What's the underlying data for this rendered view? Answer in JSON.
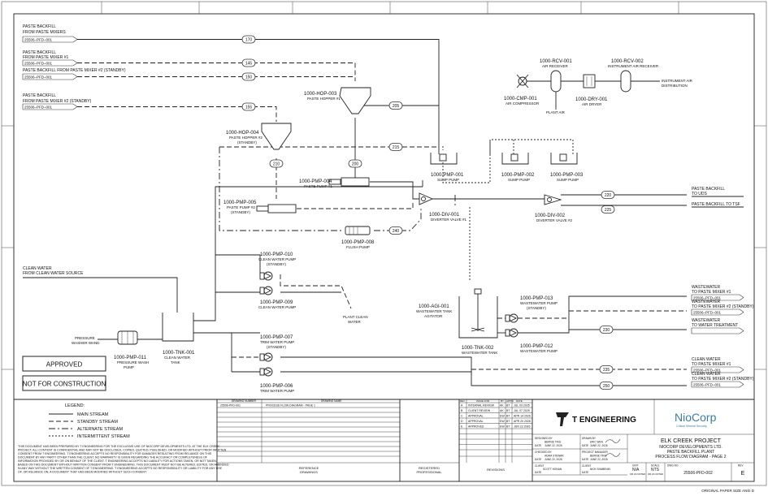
{
  "streams": {
    "s170": "170",
    "s145": "145",
    "s150a": "150",
    "s155": "155",
    "s205": "205",
    "s215": "215",
    "s210": "210",
    "s200": "200",
    "s240": "240",
    "s220": "220",
    "s225": "225",
    "s230": "230",
    "s235": "235",
    "s250": "250"
  },
  "inputs": {
    "mixers": {
      "label1": "PASTE BACKFILL",
      "label2": "FROM PASTE MIXERS",
      "ref": "25506–PFD–001"
    },
    "mixer1": {
      "label1": "PASTE BACKFILL",
      "label2": "FROM PASTE MIXER #1",
      "ref": "25506–PFD–001"
    },
    "mixer2s": {
      "label1": "PASTE BACKFILL FROM PASTE MIXER #2 (STANDBY)",
      "ref": "25506–PFD–001"
    },
    "mixer2": {
      "label1": "PASTE BACKFILL",
      "label2": "FROM PASTE MIXER #2 (STANDBY)",
      "ref": "25506–PFD–001"
    },
    "water": {
      "label1": "CLEAN WATER",
      "label2": "FROM CLEAN WATER SOURCE"
    }
  },
  "equipment": {
    "hop003": {
      "tag": "1000-HOP-003",
      "name": "PASTE HOPPER #1"
    },
    "hop004": {
      "tag": "1000-HOP-004",
      "name": "PASTE HOPPER #2",
      "name2": "(STANDBY)"
    },
    "pmp004": {
      "tag": "1000-PMP-004",
      "name": "PASTE PUMP #1"
    },
    "pmp005": {
      "tag": "1000-PMP-005",
      "name": "PASTE PUMP #2",
      "name2": "(STANDBY)"
    },
    "pmp008": {
      "tag": "1000-PMP-008",
      "name": "FLUSH PUMP"
    },
    "div001": {
      "tag": "1000-DIV-001",
      "name": "DIVERTER VALVE #1"
    },
    "div002": {
      "tag": "1000-DIV-002",
      "name": "DIVERTER VALVE #2"
    },
    "pmp001": {
      "tag": "1000-PMP-001",
      "name": "SUMP PUMP"
    },
    "pmp002": {
      "tag": "1000-PMP-002",
      "name": "SUMP PUMP"
    },
    "pmp003": {
      "tag": "1000-PMP-003",
      "name": "SUMP PUMP"
    },
    "rcv001": {
      "tag": "1000-RCV-001",
      "name": "AIR RECEIVER"
    },
    "rcv002": {
      "tag": "1000-RCV-002",
      "name": "INSTRUMENT AIR RECEIVER"
    },
    "cmp001": {
      "tag": "1000-CMP-001",
      "name": "AIR COMPRESSOR"
    },
    "dry001": {
      "tag": "1000-DRY-001",
      "name": "AIR DRYER"
    },
    "plantair": "PLANT AIR",
    "instair1": "INSTRUMENT AIR",
    "instair2": "DISTRIBUTION",
    "pmp010": {
      "tag": "1000-PMP-010",
      "name": "CLEAN WATER PUMP",
      "name2": "(STANDBY)"
    },
    "pmp009": {
      "tag": "1000-PMP-009",
      "name": "CLEAN WATER PUMP"
    },
    "pmp007": {
      "tag": "1000-PMP-007",
      "name": "TRIM WATER PUMP",
      "name2": "(STANDBY)"
    },
    "pmp006": {
      "tag": "1000-PMP-006",
      "name": "TRIM WATER PUMP"
    },
    "pmp011": {
      "tag": "1000-PMP-011",
      "name": "PRESSURE WASH",
      "name2": "PUMP"
    },
    "tnk001": {
      "tag": "1000-TNK-001",
      "name": "CLEAN WATER",
      "name2": "TANK"
    },
    "tnk002": {
      "tag": "1000-TNK-002",
      "name": "WASTEWATER TANK"
    },
    "agi001": {
      "tag": "1000-AGI-001",
      "name": "WASTEWATER TANK",
      "name2": "AGITATOR"
    },
    "pmp013": {
      "tag": "1000-PMP-013",
      "name": "WASTEWATER PUMP",
      "name2": "(STANDBY)"
    },
    "pmp012": {
      "tag": "1000-PMP-012",
      "name": "WASTEWATER PUMP"
    },
    "plantclean1": "PLANT CLEAN",
    "plantclean2": "WATER",
    "washer1": "PRESSURE",
    "washer2": "WASHER WAND"
  },
  "outputs": {
    "uds": {
      "label1": "PASTE BACKFILL",
      "label2": "TO UDS"
    },
    "tsf": {
      "label1": "PASTE BACKFILL TO TSF"
    },
    "ww1": {
      "label1": "WASTEWATER",
      "label2": "TO PASTE MIXER #1",
      "ref": "25506–PFD–001"
    },
    "ww2": {
      "label1": "WASTEWATER",
      "label2": "TO PASTE MIXER #2 (STANDBY)",
      "ref": "25506–PFD–001"
    },
    "ww3": {
      "label1": "WASTEWATER",
      "label2": "TO WATER TREATMENT"
    },
    "cw1": {
      "label1": "CLEAN WATER",
      "label2": "TO PASTE MIXER #1",
      "ref": "25506–PFD–001"
    },
    "cw2": {
      "label1": "CLEAN WATER",
      "label2": "TO PASTE MIXER #2 (STANDBY)",
      "ref": "25506–PFD–001"
    }
  },
  "stamps": {
    "approved": "APPROVED",
    "nfc": "NOT FOR CONSTRUCTION"
  },
  "legend": {
    "title": "LEGEND:",
    "items": [
      "MAIN STREAM",
      "STANDBY STREAM",
      "ALTERNATE STREAM",
      "INTERMITTENT STREAM"
    ]
  },
  "disclaimer": [
    "THIS DOCUMENT HAS BEEN PREPARED BY T ENGINEERING FOR THE EXCLUSIVE USE OF NIOCORP DEVELOPMENTS LTD. AT THE ELK CREEK",
    "PROJECT. ALL CONTENT IS CONFIDENTIAL AND MAY NOT BE DISCLOSED, COPIED, QUOTED, PUBLISHED, OR MODIFIED WITHOUT PRIOR WRITTEN",
    "CONSENT FROM T ENGINEERING. T ENGINEERING ACCEPTS NO RESPONSIBILITY FOR DAMAGES RESULTING FROM RELIANCE ON THIS",
    "DOCUMENT BY ANY PARTY OTHER THAN THE CLIENT. NO WARRANTY IS GIVEN REGARDING THE ACCURACY OR COMPLETENESS OF",
    "INFORMATION PROVIDED BY OR ON BEHALF OF THE CLIENT. T ENGINEERING ACCEPTS NO LIABILITY FOR ACTIONS TAKEN, OR NOT TAKEN,",
    "BASED ON THIS DOCUMENT WITHOUT WRITTEN CONSENT FROM T ENGINEERING. THIS DOCUMENT MUST NOT BE ALTERED, EDITED, OR AMENDED",
    "IN ANY WAY WITHOUT THE WRITTEN CONSENT OF T ENGINEERING. T ENGINEERING ACCEPTS NO RESPONSIBILITY OR LIABILITY FOR ANY USE",
    "OF, OR RELIANCE ON, A DOCUMENT THAT HAS BEEN MODIFIED WITHOUT SUCH CONSENT."
  ],
  "refdrawings": {
    "col1": "DRAWING NUMBER",
    "col2": "DRAWING NAME",
    "rows": [
      [
        "25506-PFD-001",
        "PROCESS FLOW DIAGRAM - PAGE 1"
      ]
    ],
    "footer": "REFERENCE",
    "footer2": "DRAWINGS"
  },
  "registered": {
    "l1": "REGISTERED",
    "l2": "PROFESSIONAL"
  },
  "revisions": {
    "headers": [
      "REV",
      "ISSUE FOR",
      "BY",
      "APP'D",
      "DATE"
    ],
    "rows": [
      [
        "A",
        "INTERNAL REVIEW",
        "AK",
        "BT",
        "JUL 03 2025"
      ],
      [
        "B",
        "CLIENT REVIEW",
        "AK",
        "BT",
        "JUL 07 2025"
      ],
      [
        "C",
        "APPROVAL",
        "EW",
        "BT",
        "APR 14 2026"
      ],
      [
        "D",
        "APPROVAL",
        "EW",
        "BT",
        "APR 20 2026"
      ],
      [
        "E",
        "APPROVED",
        "EW",
        "BT",
        "JUN 22 2026"
      ]
    ],
    "footer": "REVISIONS"
  },
  "company": {
    "name": "T ENGINEERING",
    "client_logo": "NioCorp",
    "client_tag": "Critical Mineral Security"
  },
  "signoffs": {
    "designed_label": "DESIGNED BY",
    "designed_name": "BERNIE TING",
    "designed_date": "JUNE 22, 2026",
    "drawn_label": "DRAWN BY",
    "drawn_name": "ERIC WEN",
    "drawn_date": "JUNE 22, 2026",
    "checked_label": "CHECKED BY",
    "checked_name": "ADAM STEWAR",
    "checked_date": "JUNE 22, 2026",
    "pm_label": "PROJECT MANAGER",
    "pm_name": "BERNIE TING",
    "pm_date": "JUNE 22, 2026",
    "client_label": "CLIENT",
    "client_name1": "SCOTT HONAN",
    "client_name2": "NICK SHABENIN",
    "date_label": "DATE"
  },
  "titleblock": {
    "project": "ELK CREEK PROJECT",
    "client": "NIOCORP DEVELOPMENTS LTD.",
    "plant": "PASTE BACKFILL PLANT",
    "title": "PROCESS FLOW DIAGRAM - PAGE 2",
    "unit_label": "UNIT",
    "unit": "N/A",
    "scale_label": "SCALE",
    "scale": "NTS",
    "dwg_label": "DWG NO.",
    "dwg": "25506-PFD-002",
    "rev_label": "REV",
    "rev": "E",
    "unless1": "OR AS NOTED",
    "unless2": "OR AS NOTED"
  },
  "paper": "ORIGINAL PAPER SIZE ANSI D"
}
